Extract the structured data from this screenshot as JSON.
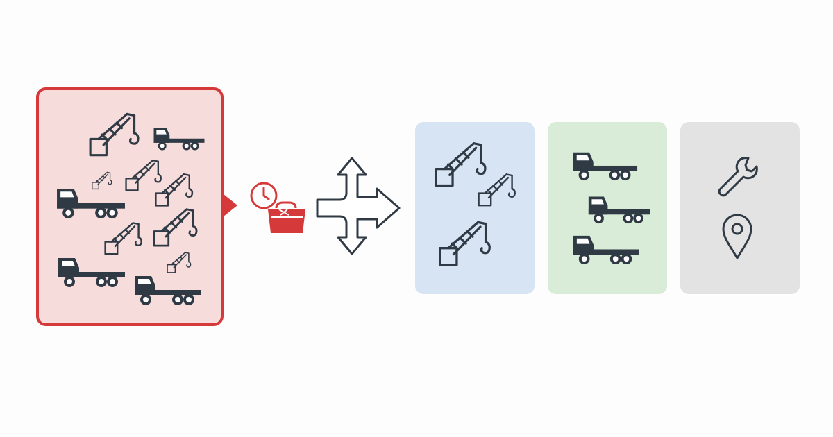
{
  "diagram": {
    "colors": {
      "accent_red": "#d6393a",
      "mixed_fill": "#f7dcdc",
      "icon_dark": "#2f3a45",
      "panel_blue": "#d6e4f3",
      "panel_green": "#d8ecd7",
      "panel_gray": "#e3e3e4"
    },
    "source_group": {
      "icons": [
        "crane-icon",
        "truck-icon",
        "crane-icon",
        "crane-icon",
        "crane-icon",
        "truck-icon",
        "crane-icon",
        "crane-icon",
        "truck-icon",
        "crane-icon",
        "truck-icon"
      ]
    },
    "process_icons": [
      "clock-icon",
      "toolbox-icon"
    ],
    "split_icon": "four-way-arrow-icon",
    "panels": [
      {
        "name": "cranes-panel",
        "icons": [
          "crane-icon",
          "crane-icon",
          "crane-icon"
        ]
      },
      {
        "name": "trucks-panel",
        "icons": [
          "truck-icon",
          "truck-icon",
          "truck-icon"
        ]
      },
      {
        "name": "service-panel",
        "icons": [
          "wrench-icon",
          "location-pin-icon"
        ]
      }
    ]
  }
}
